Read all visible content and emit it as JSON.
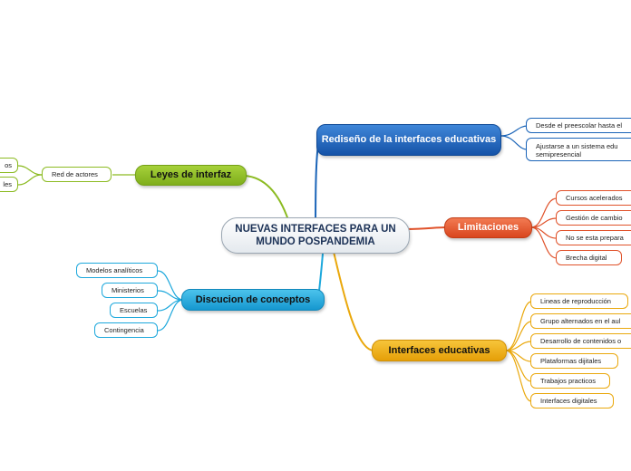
{
  "central": {
    "label": "NUEVAS  INTERFACES PARA UN MUNDO POSPANDEMIA"
  },
  "branches": [
    {
      "id": "redisenio",
      "label": "Rediseño de la interfaces educativas",
      "color": "#1a64b8",
      "items": [
        "Desde el preescolar hasta el",
        "Ajustarse a un sistema edu semipresencial"
      ]
    },
    {
      "id": "limitaciones",
      "label": "Limitaciones",
      "color": "#e0522a",
      "items": [
        "Cursos  acelerados",
        "Gestión de cambio",
        "No se esta prepara",
        "Brecha digital"
      ]
    },
    {
      "id": "interfaces",
      "label": "Interfaces educativas",
      "color": "#eaa80c",
      "items": [
        "Lineas de reproducción",
        "Grupo alternados en el aul",
        "Desarrollo de contenidos o",
        "Plataformas dijitales",
        "Trabajos practicos",
        "Interfaces digitales"
      ]
    },
    {
      "id": "discucion",
      "label": "Discucion de conceptos",
      "color": "#1da8dc",
      "items": [
        "Modelos analíticos",
        "Ministerios",
        "Escuelas",
        "Contingencia"
      ]
    },
    {
      "id": "leyes",
      "label": "Leyes de interfaz",
      "color": "#8cbb22",
      "items": [
        "Red de actores"
      ],
      "subitems": [
        "os",
        "les"
      ]
    }
  ]
}
